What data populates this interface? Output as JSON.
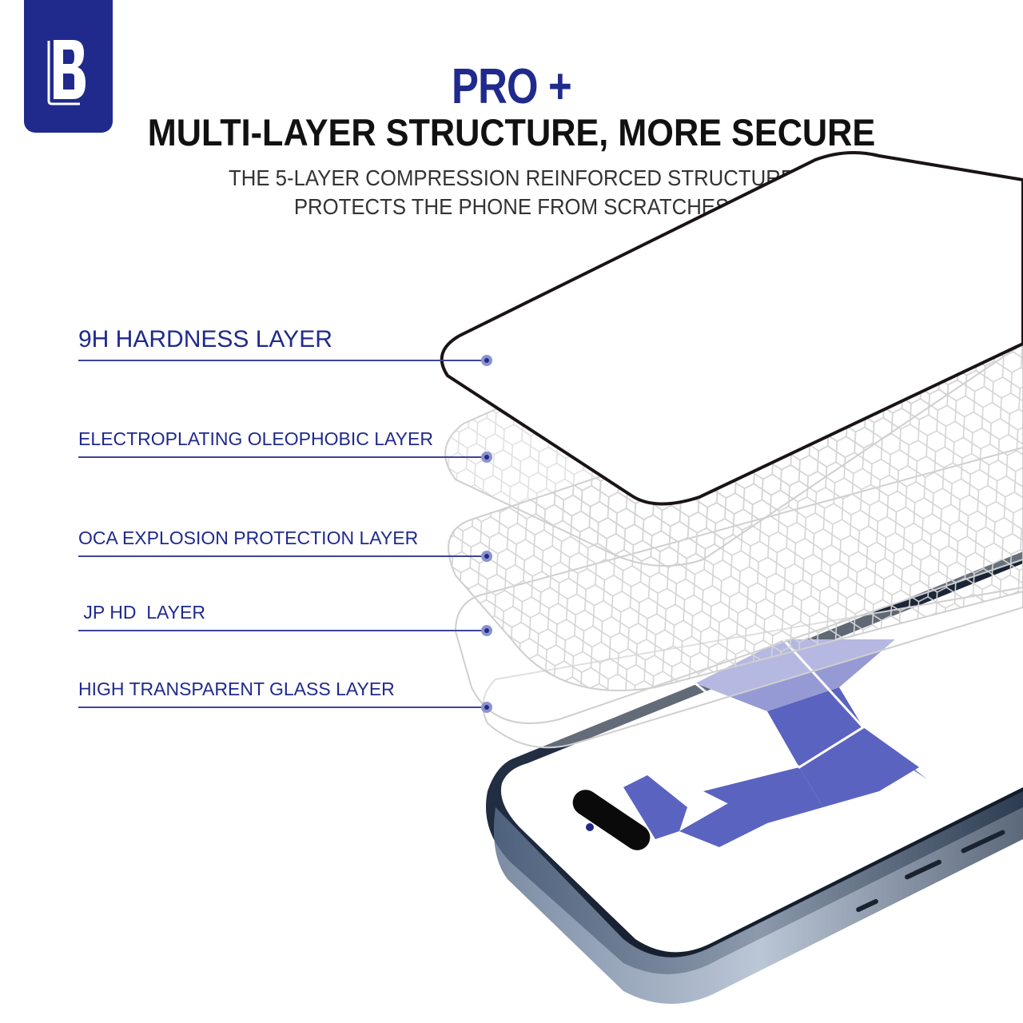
{
  "brand": {
    "logo_letter": "B",
    "logo_color": "#1f2a8c"
  },
  "header": {
    "badge": "PRO +",
    "title": "MULTI-LAYER STRUCTURE, MORE SECURE",
    "subtitle_line1": "THE 5-LAYER COMPRESSION REINFORCED STRUCTURE",
    "subtitle_line2": "PROTECTS THE PHONE FROM SCRATCHES"
  },
  "layers": [
    {
      "label": "9H HARDNESS LAYER"
    },
    {
      "label": "ELECTROPLATING OLEOPHOBIC LAYER"
    },
    {
      "label": "OCA EXPLOSION PROTECTION LAYER"
    },
    {
      "label": " JP HD  LAYER"
    },
    {
      "label": "HIGH TRANSPARENT GLASS LAYER"
    }
  ],
  "colors": {
    "accent": "#1f2a8c",
    "dot_outer": "#8c92cc",
    "graphic": "#5b63c0",
    "graphic_light": "#969ad4"
  }
}
